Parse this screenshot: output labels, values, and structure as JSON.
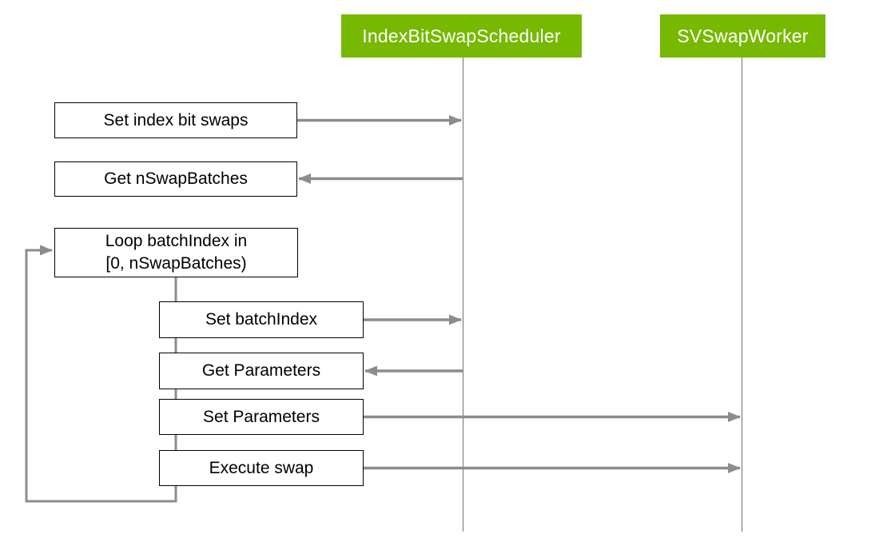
{
  "diagram": {
    "type": "sequence",
    "actors": [
      {
        "label": "IndexBitSwapScheduler"
      },
      {
        "label": "SVSwapWorker"
      }
    ],
    "messages": [
      {
        "label": "Set index bit swaps",
        "to": "IndexBitSwapScheduler",
        "direction": "right",
        "in_loop": false
      },
      {
        "label": "Get nSwapBatches",
        "from": "IndexBitSwapScheduler",
        "direction": "left",
        "in_loop": false
      },
      {
        "label": "Set batchIndex",
        "to": "IndexBitSwapScheduler",
        "direction": "right",
        "in_loop": true
      },
      {
        "label": "Get Parameters",
        "from": "IndexBitSwapScheduler",
        "direction": "left",
        "in_loop": true
      },
      {
        "label": "Set Parameters",
        "to": "SVSwapWorker",
        "direction": "right",
        "in_loop": true
      },
      {
        "label": "Execute swap",
        "to": "SVSwapWorker",
        "direction": "right",
        "in_loop": true
      }
    ],
    "loop": {
      "line1": "Loop batchIndex in",
      "line2": "[0, nSwapBatches)"
    },
    "colors": {
      "actor_bg": "#76b900",
      "actor_text": "#ffffff",
      "arrow": "#8c8c8c",
      "lifeline": "#888888",
      "box_border": "#000000",
      "box_bg": "#ffffff",
      "text": "#000000",
      "background": "#ffffff"
    }
  }
}
